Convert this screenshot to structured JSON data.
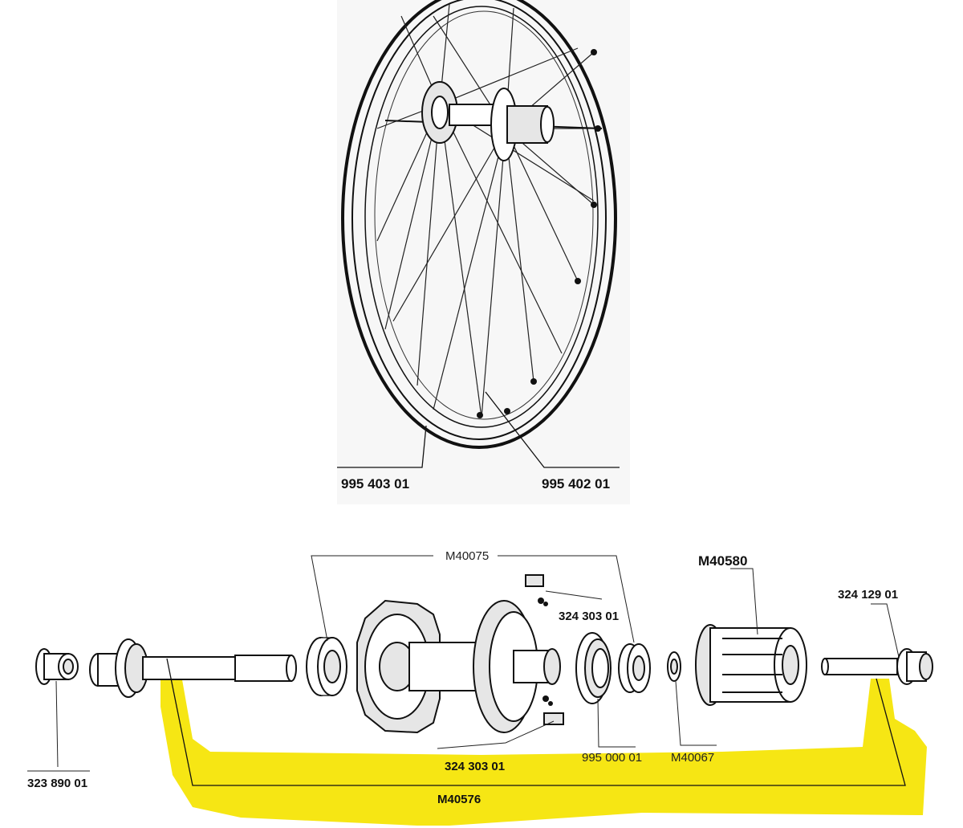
{
  "wheel": {
    "labels": {
      "rim_part": "995 403 01",
      "spoke_part": "995 402 01"
    }
  },
  "hub": {
    "labels": {
      "bearing_kit": "M40075",
      "freehub_body": "M40580",
      "axle_end_right": "324 129 01",
      "pawl_upper": "324 303 01",
      "pawl_lower": "324 303 01",
      "axle_end_left": "323 890 01",
      "seal": "995 000 01",
      "washer": "M40067",
      "axle": "M40576"
    },
    "highlight_color": "#f5e400"
  }
}
